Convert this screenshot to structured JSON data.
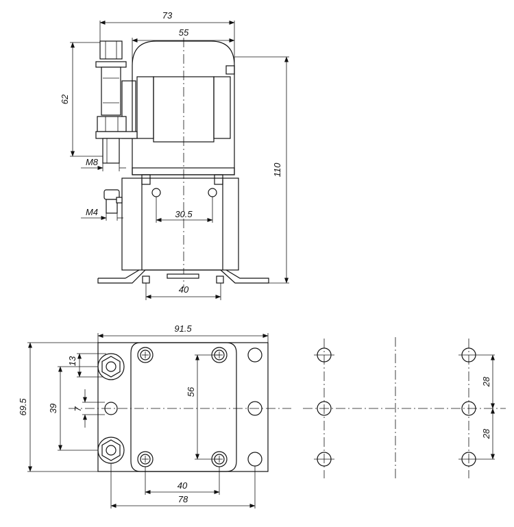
{
  "dimensions": {
    "front_total_width": "73",
    "front_body_width": "55",
    "front_height": "110",
    "terminal_height": "62",
    "terminal_thread": "M8",
    "aux_thread": "M4",
    "aux_spacing": "30.5",
    "foot_spacing": "40",
    "plan_width": "91.5",
    "plan_height": "69.5",
    "terminal_offset": "13",
    "terminal_spacing": "39",
    "aux_offset": "7",
    "screw_spacing_v": "56",
    "screw_spacing_h": "40",
    "mount_spacing": "78",
    "hole_pitch_upper": "28",
    "hole_pitch_lower": "28"
  }
}
